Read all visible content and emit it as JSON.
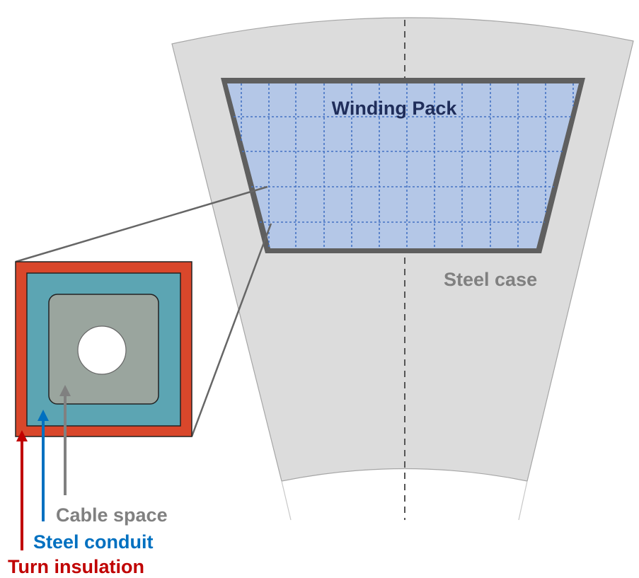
{
  "labels": {
    "winding_pack": "Winding Pack",
    "steel_case": "Steel case",
    "cable_space": "Cable space",
    "steel_conduit": "Steel conduit",
    "turn_insulation": "Turn insulation"
  },
  "colors": {
    "steel_case_fill": "#dcdcdc",
    "steel_case_stroke": "#a6a6a6",
    "winding_pack_fill": "#b4c7e7",
    "winding_pack_border": "#5f5f5f",
    "grid_lines": "#4472c4",
    "turn_insulation": "#d9472b",
    "steel_conduit": "#5ca5b3",
    "cable_space": "#9aa59e",
    "label_winding_pack": "#1f2d5a",
    "label_steel_case": "#808080",
    "label_cable_space": "#808080",
    "label_steel_conduit": "#0070c0",
    "label_turn_insulation": "#c00000",
    "zoom_lines": "#666666"
  }
}
